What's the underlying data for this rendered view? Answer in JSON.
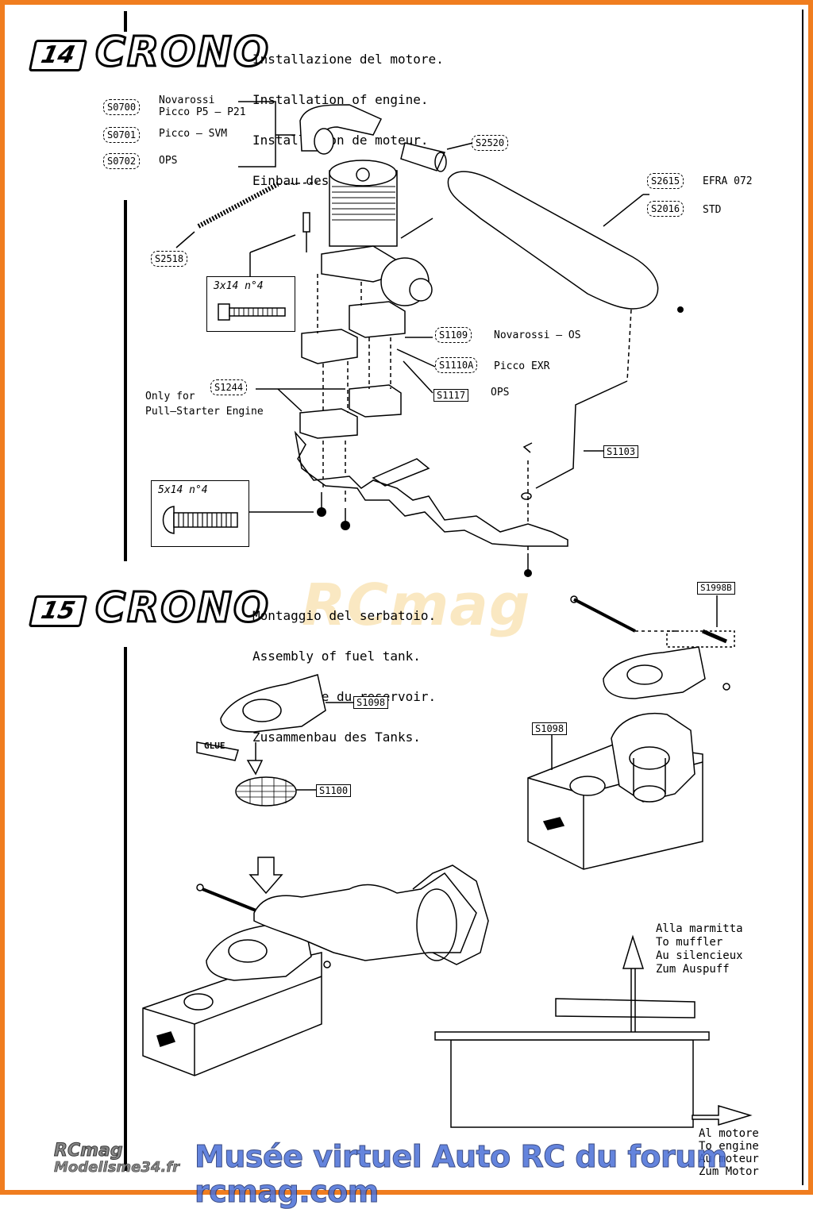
{
  "step14": {
    "number": "14",
    "word": "CRONO",
    "titles": [
      "Installazione del motore.",
      "Installation of engine.",
      "Installation de moteur.",
      "Einbau des Motors."
    ],
    "parts": [
      {
        "code": "S0700",
        "desc1": "Novarossi",
        "desc2": "Picco P5 – P21"
      },
      {
        "code": "S0701",
        "desc1": "Picco – SVM"
      },
      {
        "code": "S0702",
        "desc1": "OPS"
      },
      {
        "code": "S2520"
      },
      {
        "code": "S2615",
        "desc1": "EFRA 072"
      },
      {
        "code": "S2016",
        "desc1": "STD"
      },
      {
        "code": "S2518"
      },
      {
        "code": "S1109",
        "desc1": "Novarossi – OS"
      },
      {
        "code": "S1110A",
        "desc1": "Picco EXR"
      },
      {
        "code": "S1117",
        "desc1": "OPS"
      },
      {
        "code": "S1244"
      },
      {
        "code": "S1103"
      }
    ],
    "only_for": [
      "Only for",
      "Pull–Starter Engine"
    ],
    "screw1": "3x14 n°4",
    "screw2": "5x14 n°4"
  },
  "step15": {
    "number": "15",
    "word": "CRONO",
    "titles": [
      "Montaggio del serbatoio.",
      "Assembly of fuel tank.",
      "Assemblage du reservoir.",
      "Zusammenbau des Tanks."
    ],
    "parts": {
      "s1998b": "S1998B",
      "s1098a": "S1098",
      "s1098b": "S1098",
      "s1100": "S1100"
    },
    "glue": "GLUE",
    "muffler": [
      "Alla marmitta",
      "To muffler",
      "Au silencieux",
      "Zum Auspuff"
    ],
    "engine": [
      "Al motore",
      "To engine",
      "Au moteur",
      "Zum Motor"
    ]
  },
  "watermark": "RCmag",
  "footer": "Musée virtuel Auto RC du forum rcmag.com",
  "logo": {
    "line1": "RCmag",
    "line2": "Modelisme34.fr"
  },
  "colors": {
    "border": "#f07d1f",
    "footer": "#4a6fd8"
  }
}
